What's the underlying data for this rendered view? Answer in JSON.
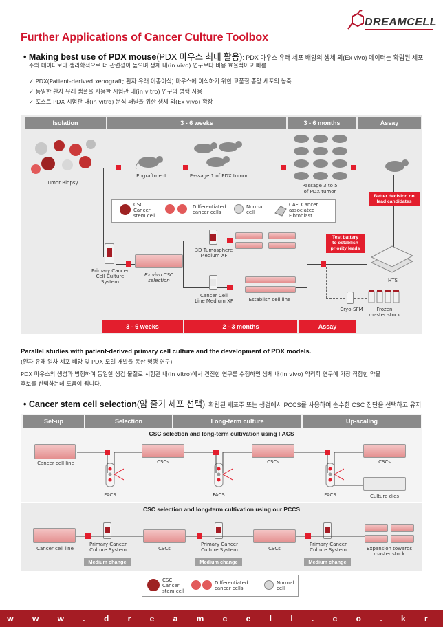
{
  "brand": {
    "name": "DREAMCELL",
    "website": "w w w . d r e a m c e l l . c o . k r"
  },
  "title": "Further Applications of Cancer Culture Toolbox",
  "pdx": {
    "heading": "Making best use of PDX mouse",
    "heading_sub": "(PDX 마우스 최대 활용)",
    "heading_desc": ": PDX 마우스 유래 세포 배양의 생체 외(Ex vivo) 데이터는 확립된 세포",
    "desc_line2": "주의 데이터보다 생리학적으로 더 관련성이 높으며 생체 내(in vivo) 연구보다 비용 효율적이고 빠름",
    "checks": [
      "✓ PDX(Patient-derived xenograft; 환자 유래 이종이식) 마우스에 이식하기 위한 고품질 종양 세포의 농축",
      "✓ 동일한 환자 유래 샘플을 사용한 시험관 내(in vitro) 연구의 병행 사용",
      "✓ 포스트 PDX 시험관 내(in vitro) 분석 패널을 위한 생체 외(Ex vivo) 확장"
    ],
    "stages_top": [
      "Isolation",
      "3 - 6 weeks",
      "3 - 6 months",
      "Assay"
    ],
    "stages_bottom": [
      "3 - 6 weeks",
      "2 - 3 months",
      "Assay"
    ],
    "labels": {
      "tumor_biopsy": "Tumor Biopsy",
      "engraftment": "Engraftment",
      "passage1": "Passage 1 of PDX tumor",
      "passage35_a": "Passage 3 to 5",
      "passage35_b": "of PDX tumor",
      "better_a": "Better decision on",
      "better_b": "lead candidates",
      "pccs_a": "Primary Cancer",
      "pccs_b": "Cell Culture",
      "pccs_c": "System",
      "exvivo_a": "Ex vivo CSC",
      "exvivo_b": "selection",
      "tumo_a": "3D Tumosphere",
      "tumo_b": "Medium XF",
      "ccl_a": "Cancer Cell",
      "ccl_b": "Line Medium XF",
      "establish": "Establish cell line",
      "test_a": "Test battery",
      "test_b": "to establish",
      "test_c": "priority leads",
      "hts": "HTS",
      "cryo": "Cryo-SFM",
      "frozen_a": "Frozen",
      "frozen_b": "master stock"
    },
    "legend": {
      "csc_a": "CSC:",
      "csc_b": "Cancer",
      "csc_c": "stem cell",
      "diff_a": "Differentiated",
      "diff_b": "cancer cells",
      "normal_a": "Normal",
      "normal_b": "cell",
      "caf_a": "CAF: Cancer",
      "caf_b": "associated",
      "caf_c": "Fibroblast"
    }
  },
  "parallel": {
    "title": "Parallel studies with patient-derived primary cell culture and the development of PDX models.",
    "subtitle": "(환자 유래 일차 세포 배양 및 PDX 모델 개발을 통한 병행 연구)",
    "body_1": "PDX 마우스의 생성과 병행하여 동일한 생검 물질로 시험관 내(in vitro)에서 견전한 연구를 수행하면 생체 내(in vivo) 약리학 연구에 가장 적합한 약물",
    "body_2": "후보를 선택하는데 도움이 됩니다."
  },
  "csc": {
    "heading": "Cancer stem cell selection",
    "heading_sub": "(암 줄기 세포 선택)",
    "heading_desc": ": 확립된 세포주 또는 생검에서 PCCS를 사용하여 순수한 CSC 집단을 선택하고 유지",
    "stages": [
      "Set-up",
      "Selection",
      "Long-term culture",
      "Up-scaling"
    ],
    "facs_title": "CSC selection and long-term cultivation using FACS",
    "pccs_title": "CSC selection and long-term cultivation using our PCCS",
    "labels": {
      "cancer_cell_line": "Cancer cell line",
      "cscs": "CSCs",
      "facs": "FACS",
      "culture_dies": "Culture dies",
      "pccs_a": "Primary Cancer",
      "pccs_b": "Culture System",
      "medium_change": "Medium change",
      "exp_a": "Expansion towards",
      "exp_b": "master stock"
    },
    "legend": {
      "csc_a": "CSC:",
      "csc_b": "Cancer",
      "csc_c": "stem cell",
      "diff_a": "Differentiated",
      "diff_b": "cancer cells",
      "normal_a": "Normal",
      "normal_b": "cell"
    }
  },
  "colors": {
    "red": "#e31e2d",
    "dark_red": "#a51c24",
    "grey": "#8a8a8a",
    "panel": "#ebebeb"
  }
}
